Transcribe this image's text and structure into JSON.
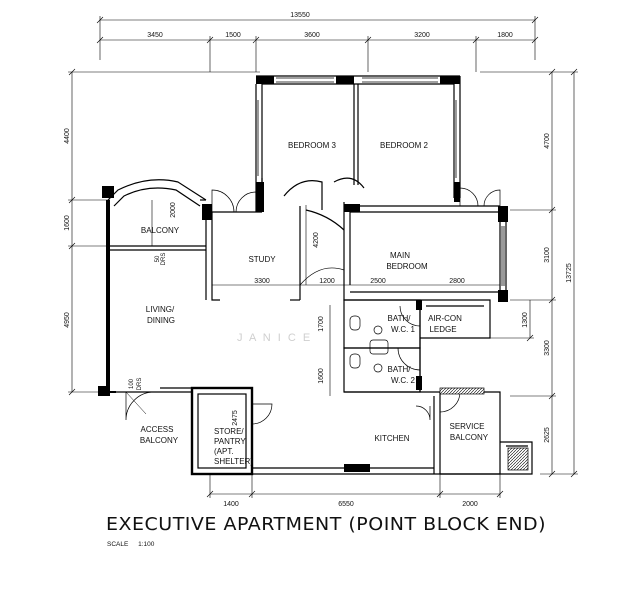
{
  "title": "EXECUTIVE APARTMENT (POINT BLOCK END)",
  "scale": {
    "label": "SCALE",
    "value": "1:100"
  },
  "watermark": "J A N I C E",
  "dimensions": {
    "overall_width": "13550",
    "top": [
      "3450",
      "1500",
      "3600",
      "3200",
      "1800"
    ],
    "left": [
      "4400",
      "1600",
      "4950"
    ],
    "right": [
      "4700",
      "3100",
      "3300",
      "2625"
    ],
    "overall_height": "13725",
    "bottom": [
      "1400",
      "6550",
      "2000"
    ],
    "interior": {
      "balcony_depth": "2000",
      "study_width": "3300",
      "corridor_width": "1200",
      "main_bed_width_a": "2500",
      "main_bed_width_b": "2800",
      "corridor_length": "4200",
      "bath1_depth": "1700",
      "bath2_depth": "1600",
      "aircon_depth": "1300",
      "store_depth": "2475",
      "access_door": "100",
      "balcony_door": "50"
    }
  },
  "rooms": {
    "bedroom3": "BEDROOM 3",
    "bedroom2": "BEDROOM 2",
    "balcony": "BALCONY",
    "study": "STUDY",
    "main_bedroom": [
      "MAIN",
      "BEDROOM"
    ],
    "living_dining": [
      "LIVING/",
      "DINING"
    ],
    "bath1": [
      "BATH/",
      "W.C. 1"
    ],
    "aircon": [
      "AIR-CON",
      "LEDGE"
    ],
    "bath2": [
      "BATH/",
      "W.C. 2"
    ],
    "access_balcony": [
      "ACCESS",
      "BALCONY"
    ],
    "store": [
      "STORE/",
      "PANTRY",
      "(APT.",
      "SHELTER)"
    ],
    "kitchen": "KITCHEN",
    "service_balcony": [
      "SERVICE",
      "BALCONY"
    ]
  },
  "door_tags": {
    "access": "DRS",
    "balcony": "DRS"
  }
}
